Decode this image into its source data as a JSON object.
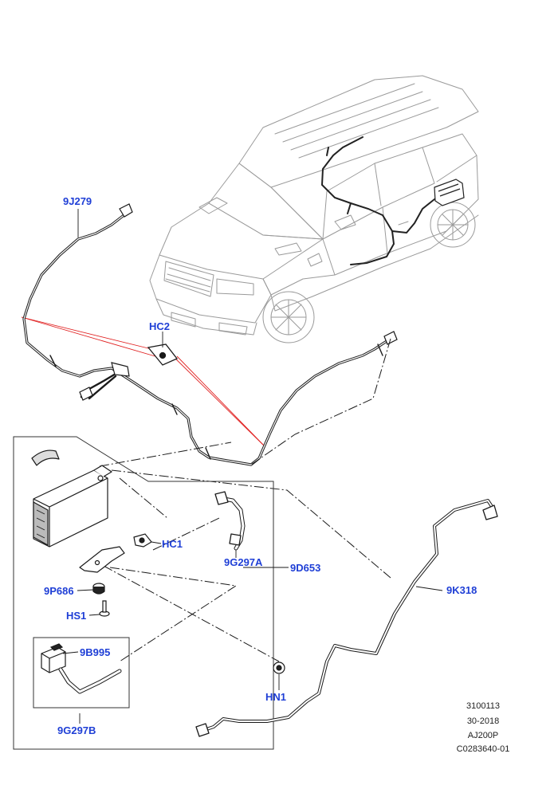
{
  "labels": {
    "9J279": "9J279",
    "HC2": "HC2",
    "HC1": "HC1",
    "9G297A": "9G297A",
    "9D653": "9D653",
    "9P686": "9P686",
    "HS1": "HS1",
    "9B995": "9B995",
    "9G297B": "9G297B",
    "HN1": "HN1",
    "9K318": "9K318"
  },
  "meta": {
    "line1": "3100113",
    "line2": "30-2018",
    "line3": "AJ200P",
    "line4": "C0283640-01"
  },
  "colors": {
    "callout": "#1f3fd6",
    "leader": "#e02020",
    "line": "#222222",
    "car_outline": "#9a9a9a"
  }
}
